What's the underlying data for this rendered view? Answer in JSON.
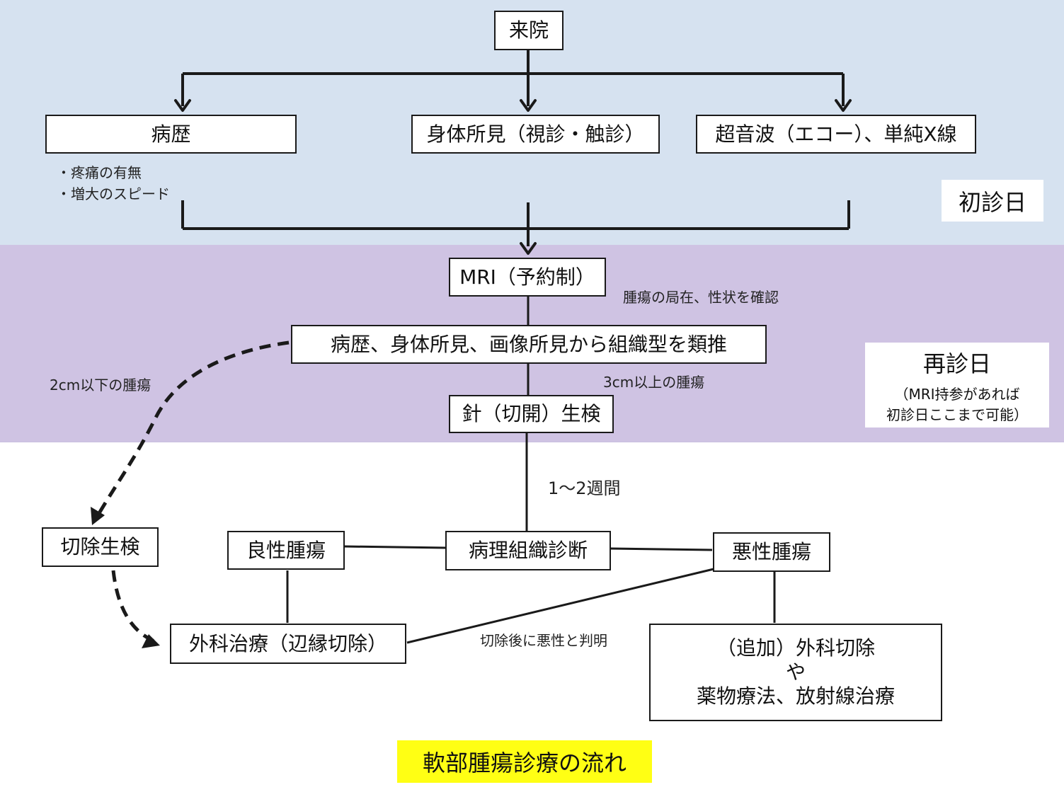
{
  "diagram": {
    "title": "軟部腫瘍診療の流れ",
    "phases": {
      "first_visit": "初診日",
      "return_visit": "再診日",
      "return_visit_note_line1": "（MRI持参があれば",
      "return_visit_note_line2": "初診日ここまで可能）"
    },
    "nodes": {
      "visit": "来院",
      "history": "病歴",
      "physical_exam": "身体所見（視診・触診）",
      "ultrasound_xray": "超音波（エコー）、単純X線",
      "mri": "MRI（予約制）",
      "infer_type": "病歴、身体所見、画像所見から組織型を類推",
      "needle_biopsy": "針（切開）生検",
      "excisional_biopsy": "切除生検",
      "benign": "良性腫瘍",
      "pathology": "病理組織診断",
      "malignant": "悪性腫瘍",
      "surgery_marginal": "外科治療（辺縁切除）",
      "additional_line1": "（追加）外科切除",
      "additional_line2": "や",
      "additional_line3": "薬物療法、放射線治療"
    },
    "notes": {
      "history_point1": "・疼痛の有無",
      "history_point2": "・増大のスピード",
      "mri_purpose": "腫瘍の局在、性状を確認",
      "small_tumor": "2cm以下の腫瘍",
      "large_tumor": "3cm以上の腫瘍",
      "wait_time": "1～2週間",
      "found_malignant": "切除後に悪性と判明"
    },
    "colors": {
      "first_visit_band": "#d6e2f0",
      "return_visit_band": "#cfc3e3",
      "title_highlight": "#ffff14",
      "line": "#1a1a1a"
    }
  }
}
